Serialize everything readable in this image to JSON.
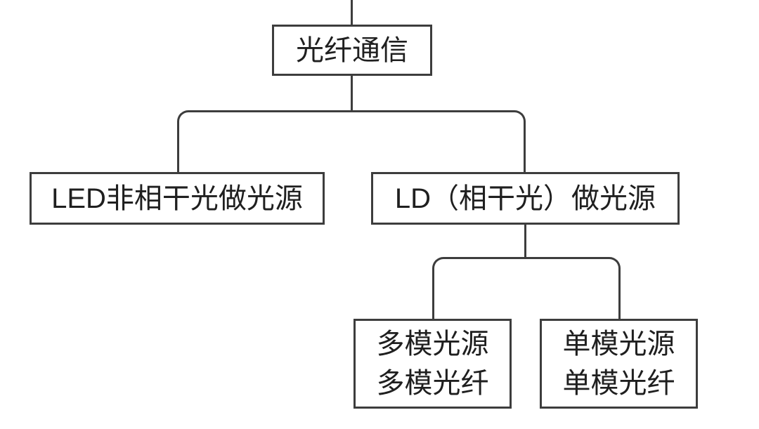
{
  "colors": {
    "line": "#3d3d3d",
    "text": "#1f1f1f",
    "bg": "#ffffff"
  },
  "nodes": {
    "root": {
      "label": "光纤通信"
    },
    "led": {
      "label": "LED非相干光做光源"
    },
    "ld": {
      "label": "LD（相干光）做光源"
    },
    "multimode": {
      "lines": [
        "多模光源",
        "多模光纤"
      ]
    },
    "singlemode": {
      "lines": [
        "单模光源",
        "单模光纤"
      ]
    }
  }
}
